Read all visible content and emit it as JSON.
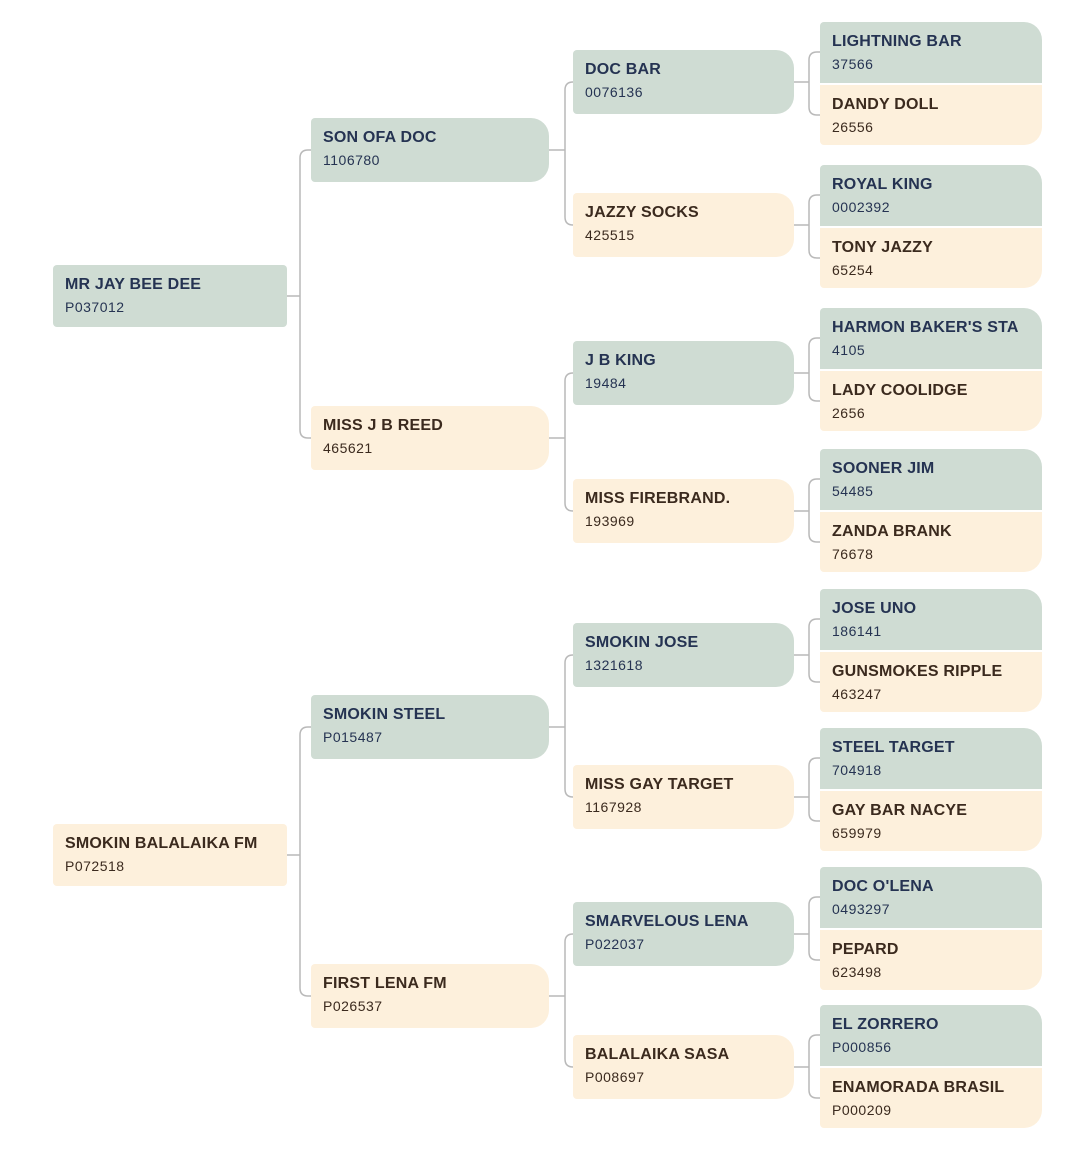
{
  "pedigree": {
    "sire": {
      "name": "MR JAY BEE DEE",
      "reg": "P037012",
      "sire": {
        "name": "SON OFA DOC",
        "reg": "1106780",
        "sire": {
          "name": "DOC BAR",
          "reg": "0076136",
          "sire": {
            "name": "LIGHTNING BAR",
            "reg": "37566"
          },
          "dam": {
            "name": "DANDY DOLL",
            "reg": "26556"
          }
        },
        "dam": {
          "name": "JAZZY SOCKS",
          "reg": "425515",
          "sire": {
            "name": "ROYAL KING",
            "reg": "0002392"
          },
          "dam": {
            "name": "TONY JAZZY",
            "reg": "65254"
          }
        }
      },
      "dam": {
        "name": "MISS J B REED",
        "reg": "465621",
        "sire": {
          "name": "J B KING",
          "reg": "19484",
          "sire": {
            "name": "HARMON BAKER'S STA",
            "reg": "4105"
          },
          "dam": {
            "name": "LADY COOLIDGE",
            "reg": "2656"
          }
        },
        "dam": {
          "name": "MISS FIREBRAND.",
          "reg": "193969",
          "sire": {
            "name": "SOONER JIM",
            "reg": "54485"
          },
          "dam": {
            "name": "ZANDA BRANK",
            "reg": "76678"
          }
        }
      }
    },
    "dam": {
      "name": "SMOKIN BALALAIKA FM",
      "reg": "P072518",
      "sire": {
        "name": "SMOKIN STEEL",
        "reg": "P015487",
        "sire": {
          "name": "SMOKIN JOSE",
          "reg": "1321618",
          "sire": {
            "name": "JOSE UNO",
            "reg": "186141"
          },
          "dam": {
            "name": "GUNSMOKES RIPPLE",
            "reg": "463247"
          }
        },
        "dam": {
          "name": "MISS GAY TARGET",
          "reg": "1167928",
          "sire": {
            "name": "STEEL TARGET",
            "reg": "704918"
          },
          "dam": {
            "name": "GAY BAR NACYE",
            "reg": "659979"
          }
        }
      },
      "dam": {
        "name": "FIRST LENA FM",
        "reg": "P026537",
        "sire": {
          "name": "SMARVELOUS LENA",
          "reg": "P022037",
          "sire": {
            "name": "DOC O'LENA",
            "reg": "0493297"
          },
          "dam": {
            "name": "PEPARD",
            "reg": "623498"
          }
        },
        "dam": {
          "name": "BALALAIKA SASA",
          "reg": "P008697",
          "sire": {
            "name": "EL ZORRERO",
            "reg": "P000856"
          },
          "dam": {
            "name": "ENAMORADA BRASIL",
            "reg": "P000209"
          }
        }
      }
    }
  },
  "colors": {
    "sire_bg": "#cfdcd3",
    "sire_text": "#253352",
    "dam_bg": "#fdf0dc",
    "dam_text": "#3b2a1e",
    "connector": "#b9b9b9"
  }
}
